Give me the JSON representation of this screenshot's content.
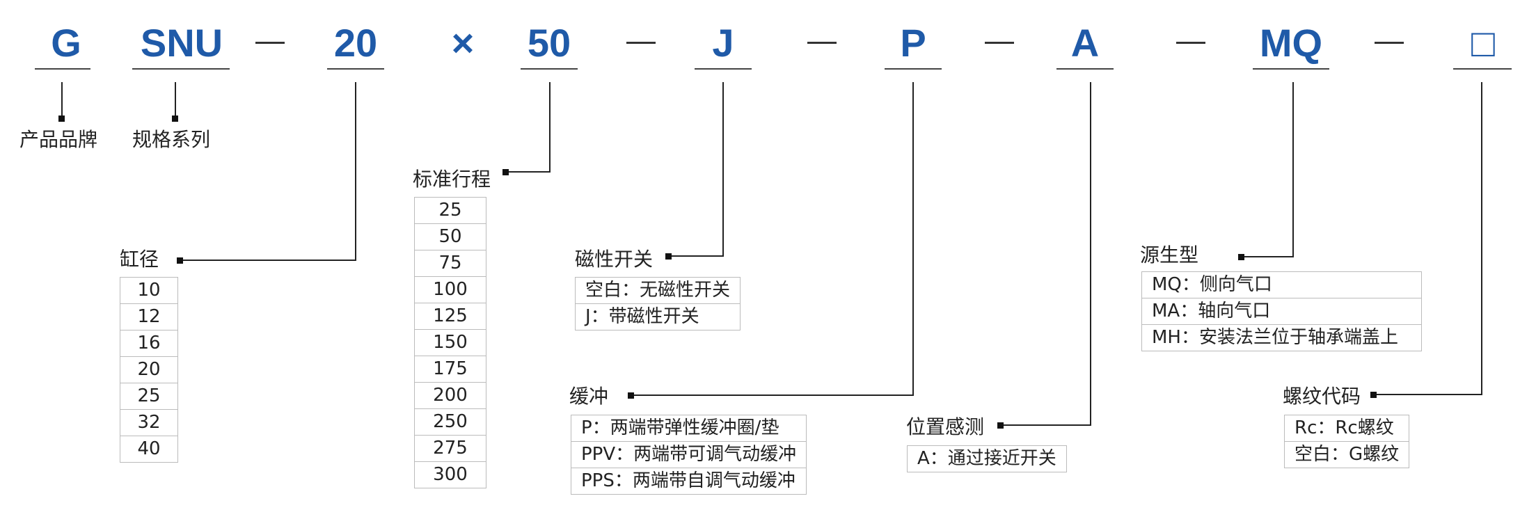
{
  "codes": {
    "c0": "G",
    "c1": "SNU",
    "c2": "20",
    "c3": "50",
    "c4": "J",
    "c5": "P",
    "c6": "A",
    "c7": "MQ",
    "c8": "□"
  },
  "times_sign": "×",
  "labels": {
    "brand": "产品品牌",
    "series": "规格系列",
    "bore": "缸径",
    "stroke": "标准行程",
    "magnet": "磁性开关",
    "cushion": "缓冲",
    "sensor": "位置感测",
    "origin": "源生型",
    "thread": "螺纹代码"
  },
  "tables": {
    "bore": [
      "10",
      "12",
      "16",
      "20",
      "25",
      "32",
      "40"
    ],
    "stroke": [
      "25",
      "50",
      "75",
      "100",
      "125",
      "150",
      "175",
      "200",
      "250",
      "275",
      "300"
    ],
    "magnet": [
      "空白：无磁性开关",
      "J：带磁性开关"
    ],
    "cushion": [
      "P：两端带弹性缓冲圈/垫",
      "PPV：两端带可调气动缓冲",
      "PPS：两端带自调气动缓冲"
    ],
    "sensor": [
      "A：通过接近开关"
    ],
    "origin": [
      "MQ：侧向气口",
      "MA：轴向气口",
      "MH：安装法兰位于轴承端盖上"
    ],
    "thread": [
      "Rc：Rc螺纹",
      "空白：G螺纹"
    ]
  },
  "colors": {
    "code_text": "#1f5aa8",
    "lines": "#222222",
    "table_border": "#bbbbbb"
  }
}
